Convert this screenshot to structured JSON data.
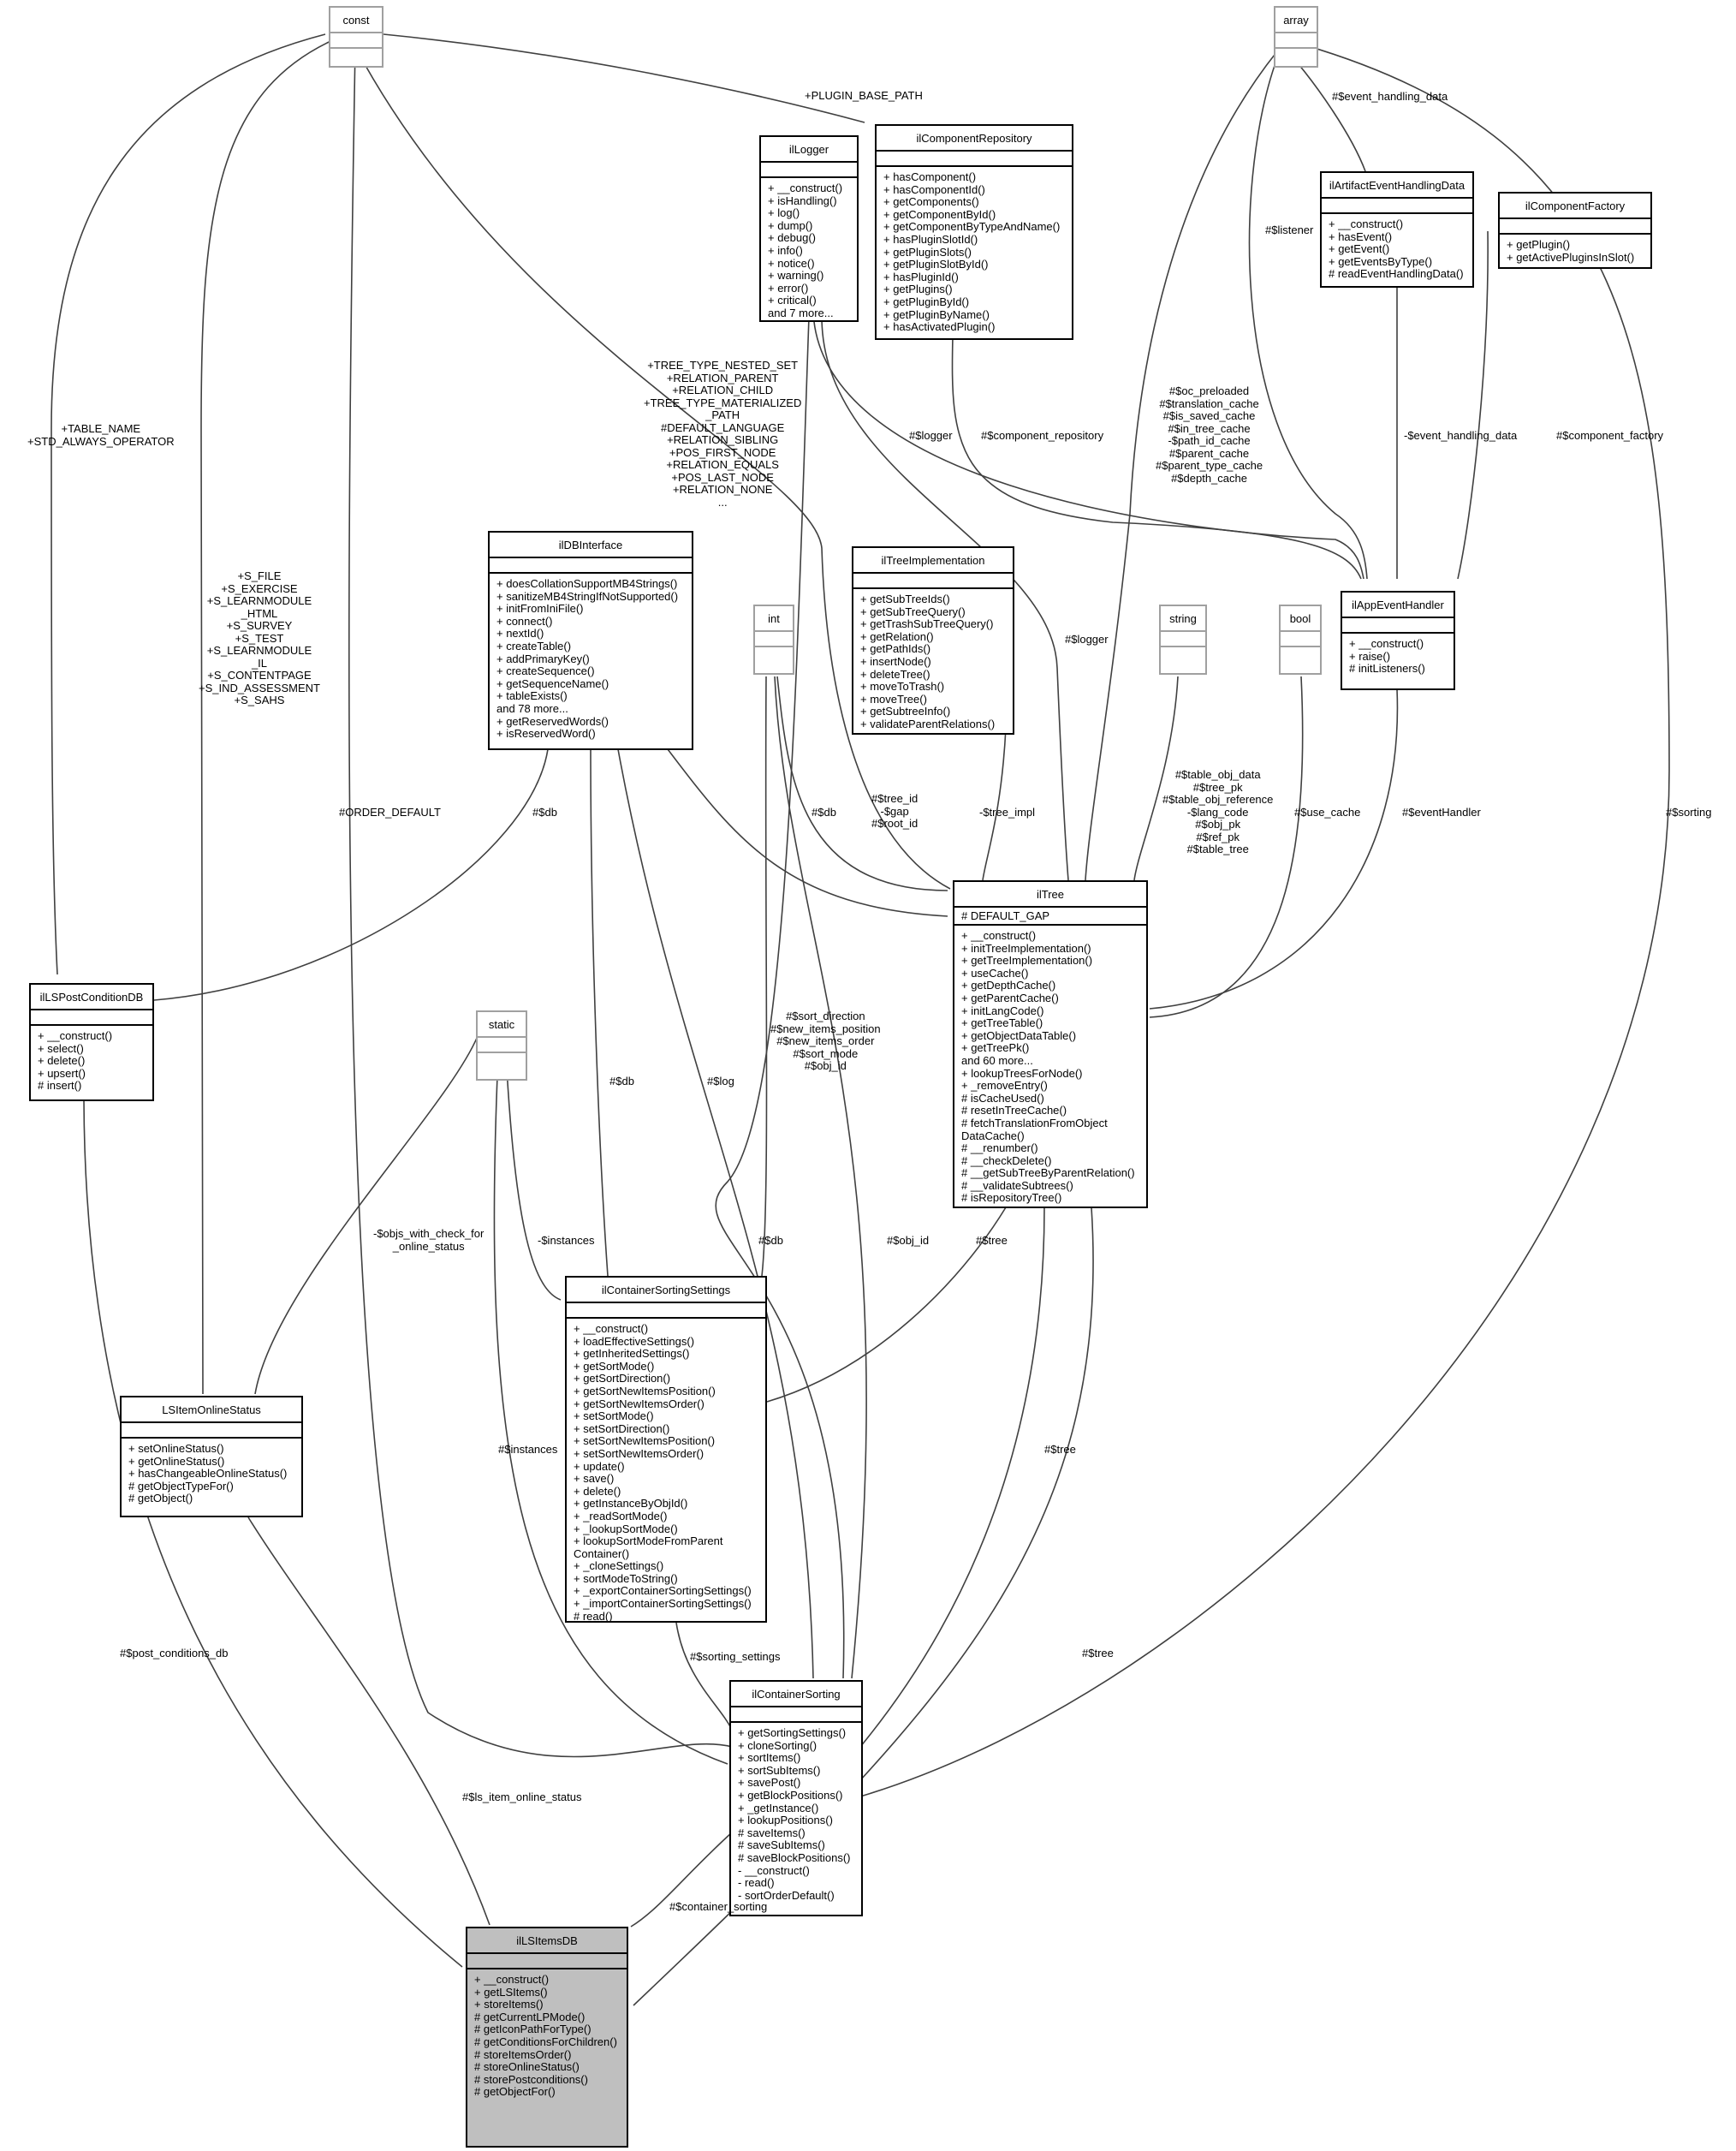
{
  "classes": {
    "const": {
      "title": "const",
      "attrs": [],
      "ops": []
    },
    "array": {
      "title": "array",
      "attrs": [],
      "ops": []
    },
    "int": {
      "title": "int",
      "attrs": [],
      "ops": []
    },
    "string": {
      "title": "string",
      "attrs": [],
      "ops": []
    },
    "bool": {
      "title": "bool",
      "attrs": [],
      "ops": []
    },
    "static": {
      "title": "static",
      "attrs": [],
      "ops": []
    },
    "ilLogger": {
      "title": "ilLogger",
      "attrs": [],
      "ops": [
        "+ __construct()",
        "+ isHandling()",
        "+ log()",
        "+ dump()",
        "+ debug()",
        "+ info()",
        "+ notice()",
        "+ warning()",
        "+ error()",
        "+ critical()",
        "and 7 more..."
      ]
    },
    "ilComponentRepository": {
      "title": "ilComponentRepository",
      "attrs": [],
      "ops": [
        "+ hasComponent()",
        "+ hasComponentId()",
        "+ getComponents()",
        "+ getComponentById()",
        "+ getComponentByTypeAndName()",
        "+ hasPluginSlotId()",
        "+ getPluginSlots()",
        "+ getPluginSlotById()",
        "+ hasPluginId()",
        "+ getPlugins()",
        "+ getPluginById()",
        "+ getPluginByName()",
        "+ hasActivatedPlugin()"
      ]
    },
    "ilArtifactEventHandlingData": {
      "title": "ilArtifactEventHandlingData",
      "attrs": [],
      "ops": [
        "+ __construct()",
        "+ hasEvent()",
        "+ getEvent()",
        "+ getEventsByType()",
        "# readEventHandlingData()"
      ]
    },
    "ilComponentFactory": {
      "title": "ilComponentFactory",
      "attrs": [],
      "ops": [
        "+ getPlugin()",
        "+ getActivePluginsInSlot()"
      ]
    },
    "ilDBInterface": {
      "title": "ilDBInterface",
      "attrs": [],
      "ops": [
        "+ doesCollationSupportMB4Strings()",
        "+ sanitizeMB4StringIfNotSupported()",
        "+ initFromIniFile()",
        "+ connect()",
        "+ nextId()",
        "+ createTable()",
        "+ addPrimaryKey()",
        "+ createSequence()",
        "+ getSequenceName()",
        "+ tableExists()",
        "and 78 more...",
        "+ getReservedWords()",
        "+ isReservedWord()"
      ]
    },
    "ilTreeImplementation": {
      "title": "ilTreeImplementation",
      "attrs": [],
      "ops": [
        "+ getSubTreeIds()",
        "+ getSubTreeQuery()",
        "+ getTrashSubTreeQuery()",
        "+ getRelation()",
        "+ getPathIds()",
        "+ insertNode()",
        "+ deleteTree()",
        "+ moveToTrash()",
        "+ moveTree()",
        "+ getSubtreeInfo()",
        "+ validateParentRelations()"
      ]
    },
    "ilAppEventHandler": {
      "title": "ilAppEventHandler",
      "attrs": [],
      "ops": [
        "+ __construct()",
        "+ raise()",
        "# initListeners()"
      ]
    },
    "ilTree": {
      "title": "ilTree",
      "attrs": [
        "# DEFAULT_GAP"
      ],
      "ops": [
        "+ __construct()",
        "+ initTreeImplementation()",
        "+ getTreeImplementation()",
        "+ useCache()",
        "+ getDepthCache()",
        "+ getParentCache()",
        "+ initLangCode()",
        "+ getTreeTable()",
        "+ getObjectDataTable()",
        "+ getTreePk()",
        "and 60 more...",
        "+ lookupTreesForNode()",
        "+ _removeEntry()",
        "# isCacheUsed()",
        "# resetInTreeCache()",
        "# fetchTranslationFromObject",
        "DataCache()",
        "# __renumber()",
        "# __checkDelete()",
        "# __getSubTreeByParentRelation()",
        "# __validateSubtrees()",
        "# isRepositoryTree()"
      ]
    },
    "ilLSPostConditionDB": {
      "title": "ilLSPostConditionDB",
      "attrs": [],
      "ops": [
        "+ __construct()",
        "+ select()",
        "+ delete()",
        "+ upsert()",
        "# insert()"
      ]
    },
    "ilContainerSortingSettings": {
      "title": "ilContainerSortingSettings",
      "attrs": [],
      "ops": [
        "+ __construct()",
        "+ loadEffectiveSettings()",
        "+ getInheritedSettings()",
        "+ getSortMode()",
        "+ getSortDirection()",
        "+ getSortNewItemsPosition()",
        "+ getSortNewItemsOrder()",
        "+ setSortMode()",
        "+ setSortDirection()",
        "+ setSortNewItemsPosition()",
        "+ setSortNewItemsOrder()",
        "+ update()",
        "+ save()",
        "+ delete()",
        "+ getInstanceByObjId()",
        "+ _readSortMode()",
        "+ _lookupSortMode()",
        "+ lookupSortModeFromParent",
        "Container()",
        "+ _cloneSettings()",
        "+ sortModeToString()",
        "+ _exportContainerSortingSettings()",
        "+ _importContainerSortingSettings()",
        "# read()"
      ]
    },
    "LSItemOnlineStatus": {
      "title": "LSItemOnlineStatus",
      "attrs": [],
      "ops": [
        "+ setOnlineStatus()",
        "+ getOnlineStatus()",
        "+ hasChangeableOnlineStatus()",
        "# getObjectTypeFor()",
        "# getObject()"
      ]
    },
    "ilContainerSorting": {
      "title": "ilContainerSorting",
      "attrs": [],
      "ops": [
        "+ getSortingSettings()",
        "+ cloneSorting()",
        "+ sortItems()",
        "+ sortSubItems()",
        "+ savePost()",
        "+ getBlockPositions()",
        "+ _getInstance()",
        "+ lookupPositions()",
        "# saveItems()",
        "# saveSubItems()",
        "# saveBlockPositions()",
        "- __construct()",
        "- read()",
        "- sortOrderDefault()"
      ]
    },
    "ilLSItemsDB": {
      "title": "ilLSItemsDB",
      "attrs": [],
      "ops": [
        "+ __construct()",
        "+ getLSItems()",
        "+ storeItems()",
        "# getCurrentLPMode()",
        "# getIconPathForType()",
        "# getConditionsForChildren()",
        "# storeItemsOrder()",
        "# storeOnlineStatus()",
        "# storePostconditions()",
        "# getObjectFor()"
      ]
    }
  },
  "edge_labels": {
    "plugin_base_path": [
      "+PLUGIN_BASE_PATH"
    ],
    "event_handling_data_arr": [
      "#$event_handling_data"
    ],
    "table_name": [
      "+TABLE_NAME",
      "+STD_ALWAYS_OPERATOR"
    ],
    "tree_consts": [
      "+TREE_TYPE_NESTED_SET",
      "+RELATION_PARENT",
      "+RELATION_CHILD",
      "+TREE_TYPE_MATERIALIZED",
      "_PATH",
      "#DEFAULT_LANGUAGE",
      "+RELATION_SIBLING",
      "+POS_FIRST_NODE",
      "+RELATION_EQUALS",
      "+POS_LAST_NODE",
      "+RELATION_NONE",
      "..."
    ],
    "logger_app": [
      "#$logger"
    ],
    "component_repository": [
      "#$component_repository"
    ],
    "listener": [
      "#$listener"
    ],
    "caches": [
      "#$oc_preloaded",
      "#$translation_cache",
      "#$is_saved_cache",
      "#$in_tree_cache",
      "-$path_id_cache",
      "#$parent_cache",
      "#$parent_type_cache",
      "#$depth_cache"
    ],
    "event_handling_data": [
      "-$event_handling_data"
    ],
    "component_factory": [
      "#$component_factory"
    ],
    "s_consts": [
      "+S_FILE",
      "+S_EXERCISE",
      "+S_LEARNMODULE",
      "_HTML",
      "+S_SURVEY",
      "+S_TEST",
      "+S_LEARNMODULE",
      "_IL",
      "+S_CONTENTPAGE",
      "+S_IND_ASSESSMENT",
      "+S_SAHS"
    ],
    "logger_tree": [
      "#$logger"
    ],
    "tree_impl": [
      "-$tree_impl"
    ],
    "string_fields": [
      "#$table_obj_data",
      "#$tree_pk",
      "#$table_obj_reference",
      "-$lang_code",
      "#$obj_pk",
      "#$ref_pk",
      "#$table_tree"
    ],
    "use_cache": [
      "#$use_cache"
    ],
    "event_handler": [
      "#$eventHandler"
    ],
    "sorting": [
      "#$sorting"
    ],
    "order_default": [
      "#ORDER_DEFAULT"
    ],
    "db_postcond": [
      "#$db"
    ],
    "db_tree": [
      "#$db"
    ],
    "int_fields": [
      "#$tree_id",
      "-$gap",
      "#$root_id"
    ],
    "sort_fields": [
      "#$sort_direction",
      "#$new_items_position",
      "#$new_items_order",
      "#$sort_mode",
      "#$obj_id"
    ],
    "db_settings": [
      "#$db"
    ],
    "log": [
      "#$log"
    ],
    "tree_settings": [
      "#$tree"
    ],
    "objs_with_check": [
      "-$objs_with_check_for",
      "_online_status"
    ],
    "instances_settings": [
      "-$instances"
    ],
    "db_sorting": [
      "#$db"
    ],
    "obj_id": [
      "#$obj_id"
    ],
    "instances_sorting": [
      "#$instances"
    ],
    "tree_sorting": [
      "#$tree"
    ],
    "tree_items": [
      "#$tree"
    ],
    "sorting_settings": [
      "#$sorting_settings"
    ],
    "post_conditions_db": [
      "#$post_conditions_db"
    ],
    "ls_item_online_status": [
      "#$ls_item_online_status"
    ],
    "container_sorting": [
      "#$container_sorting"
    ]
  }
}
